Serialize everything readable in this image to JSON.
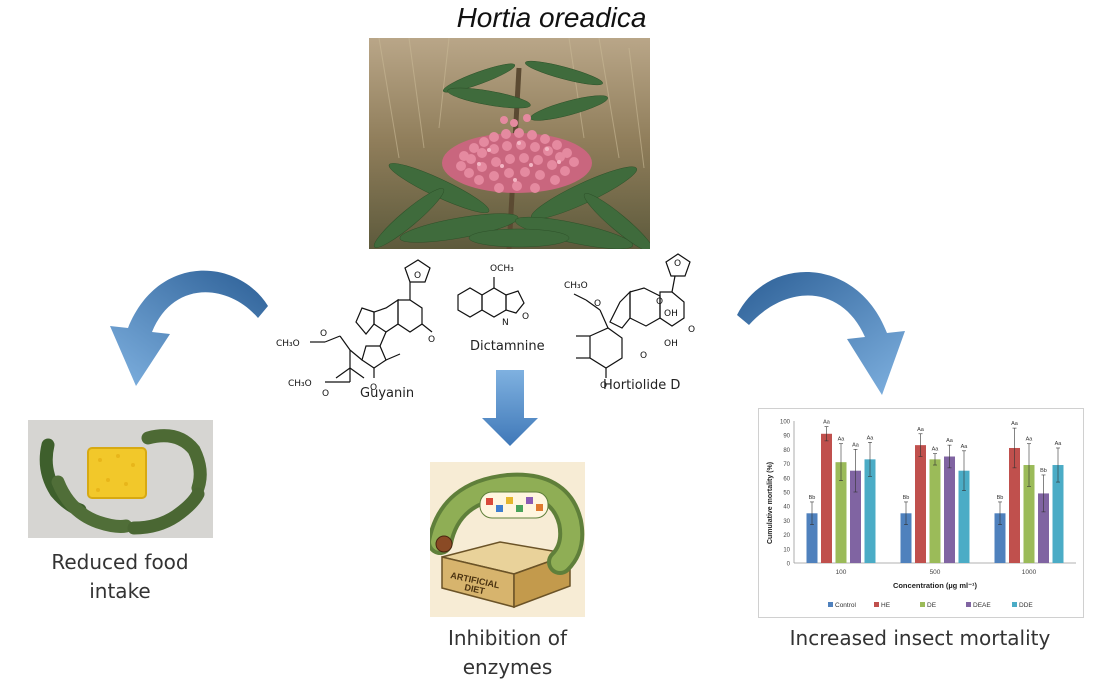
{
  "title": "Hortia oreadica",
  "compounds": {
    "guyanin": "Guyanin",
    "dictamnine": "Dictamnine",
    "hortiolide": "Hortiolide D"
  },
  "captions": {
    "food_line1": "Reduced food",
    "food_line2": "intake",
    "enzymes_line1": "Inhibition of",
    "enzymes_line2": "enzymes",
    "mortality": "Increased insect mortality"
  },
  "diet_box_label_line1": "ARTIFICIAL",
  "diet_box_label_line2": "DIET",
  "colors": {
    "arrow": "#4e86c2",
    "arrow_dark": "#2c5f96"
  },
  "chart_data": {
    "type": "bar",
    "categories": [
      "100",
      "500",
      "1000"
    ],
    "xlabel": "Concentration (µg ml⁻¹)",
    "ylabel": "Cumulative mortality (%)",
    "ylim": [
      0,
      100
    ],
    "yticks": [
      0,
      10,
      20,
      30,
      40,
      50,
      60,
      70,
      80,
      90,
      100
    ],
    "legend_position": "bottom",
    "series": [
      {
        "name": "Control",
        "color": "#4f81bd",
        "values": [
          35,
          35,
          35
        ],
        "errors": [
          8,
          8,
          8
        ],
        "labels": [
          "Bb",
          "Bb",
          "Bb"
        ]
      },
      {
        "name": "HE",
        "color": "#c0504d",
        "values": [
          91,
          83,
          81
        ],
        "errors": [
          5,
          8,
          14
        ],
        "labels": [
          "Aa",
          "Aa",
          "Aa"
        ]
      },
      {
        "name": "DE",
        "color": "#9bbb59",
        "values": [
          71,
          73,
          69
        ],
        "errors": [
          13,
          4,
          15
        ],
        "labels": [
          "Aa",
          "Aa",
          "Aa"
        ]
      },
      {
        "name": "DEAE",
        "color": "#8064a2",
        "values": [
          65,
          75,
          49
        ],
        "errors": [
          15,
          8,
          13
        ],
        "labels": [
          "Aa",
          "Aa",
          "Bb"
        ]
      },
      {
        "name": "DDE",
        "color": "#4bacc6",
        "values": [
          73,
          65,
          69
        ],
        "errors": [
          12,
          14,
          12
        ],
        "labels": [
          "Aa",
          "Aa",
          "Aa"
        ]
      }
    ]
  }
}
